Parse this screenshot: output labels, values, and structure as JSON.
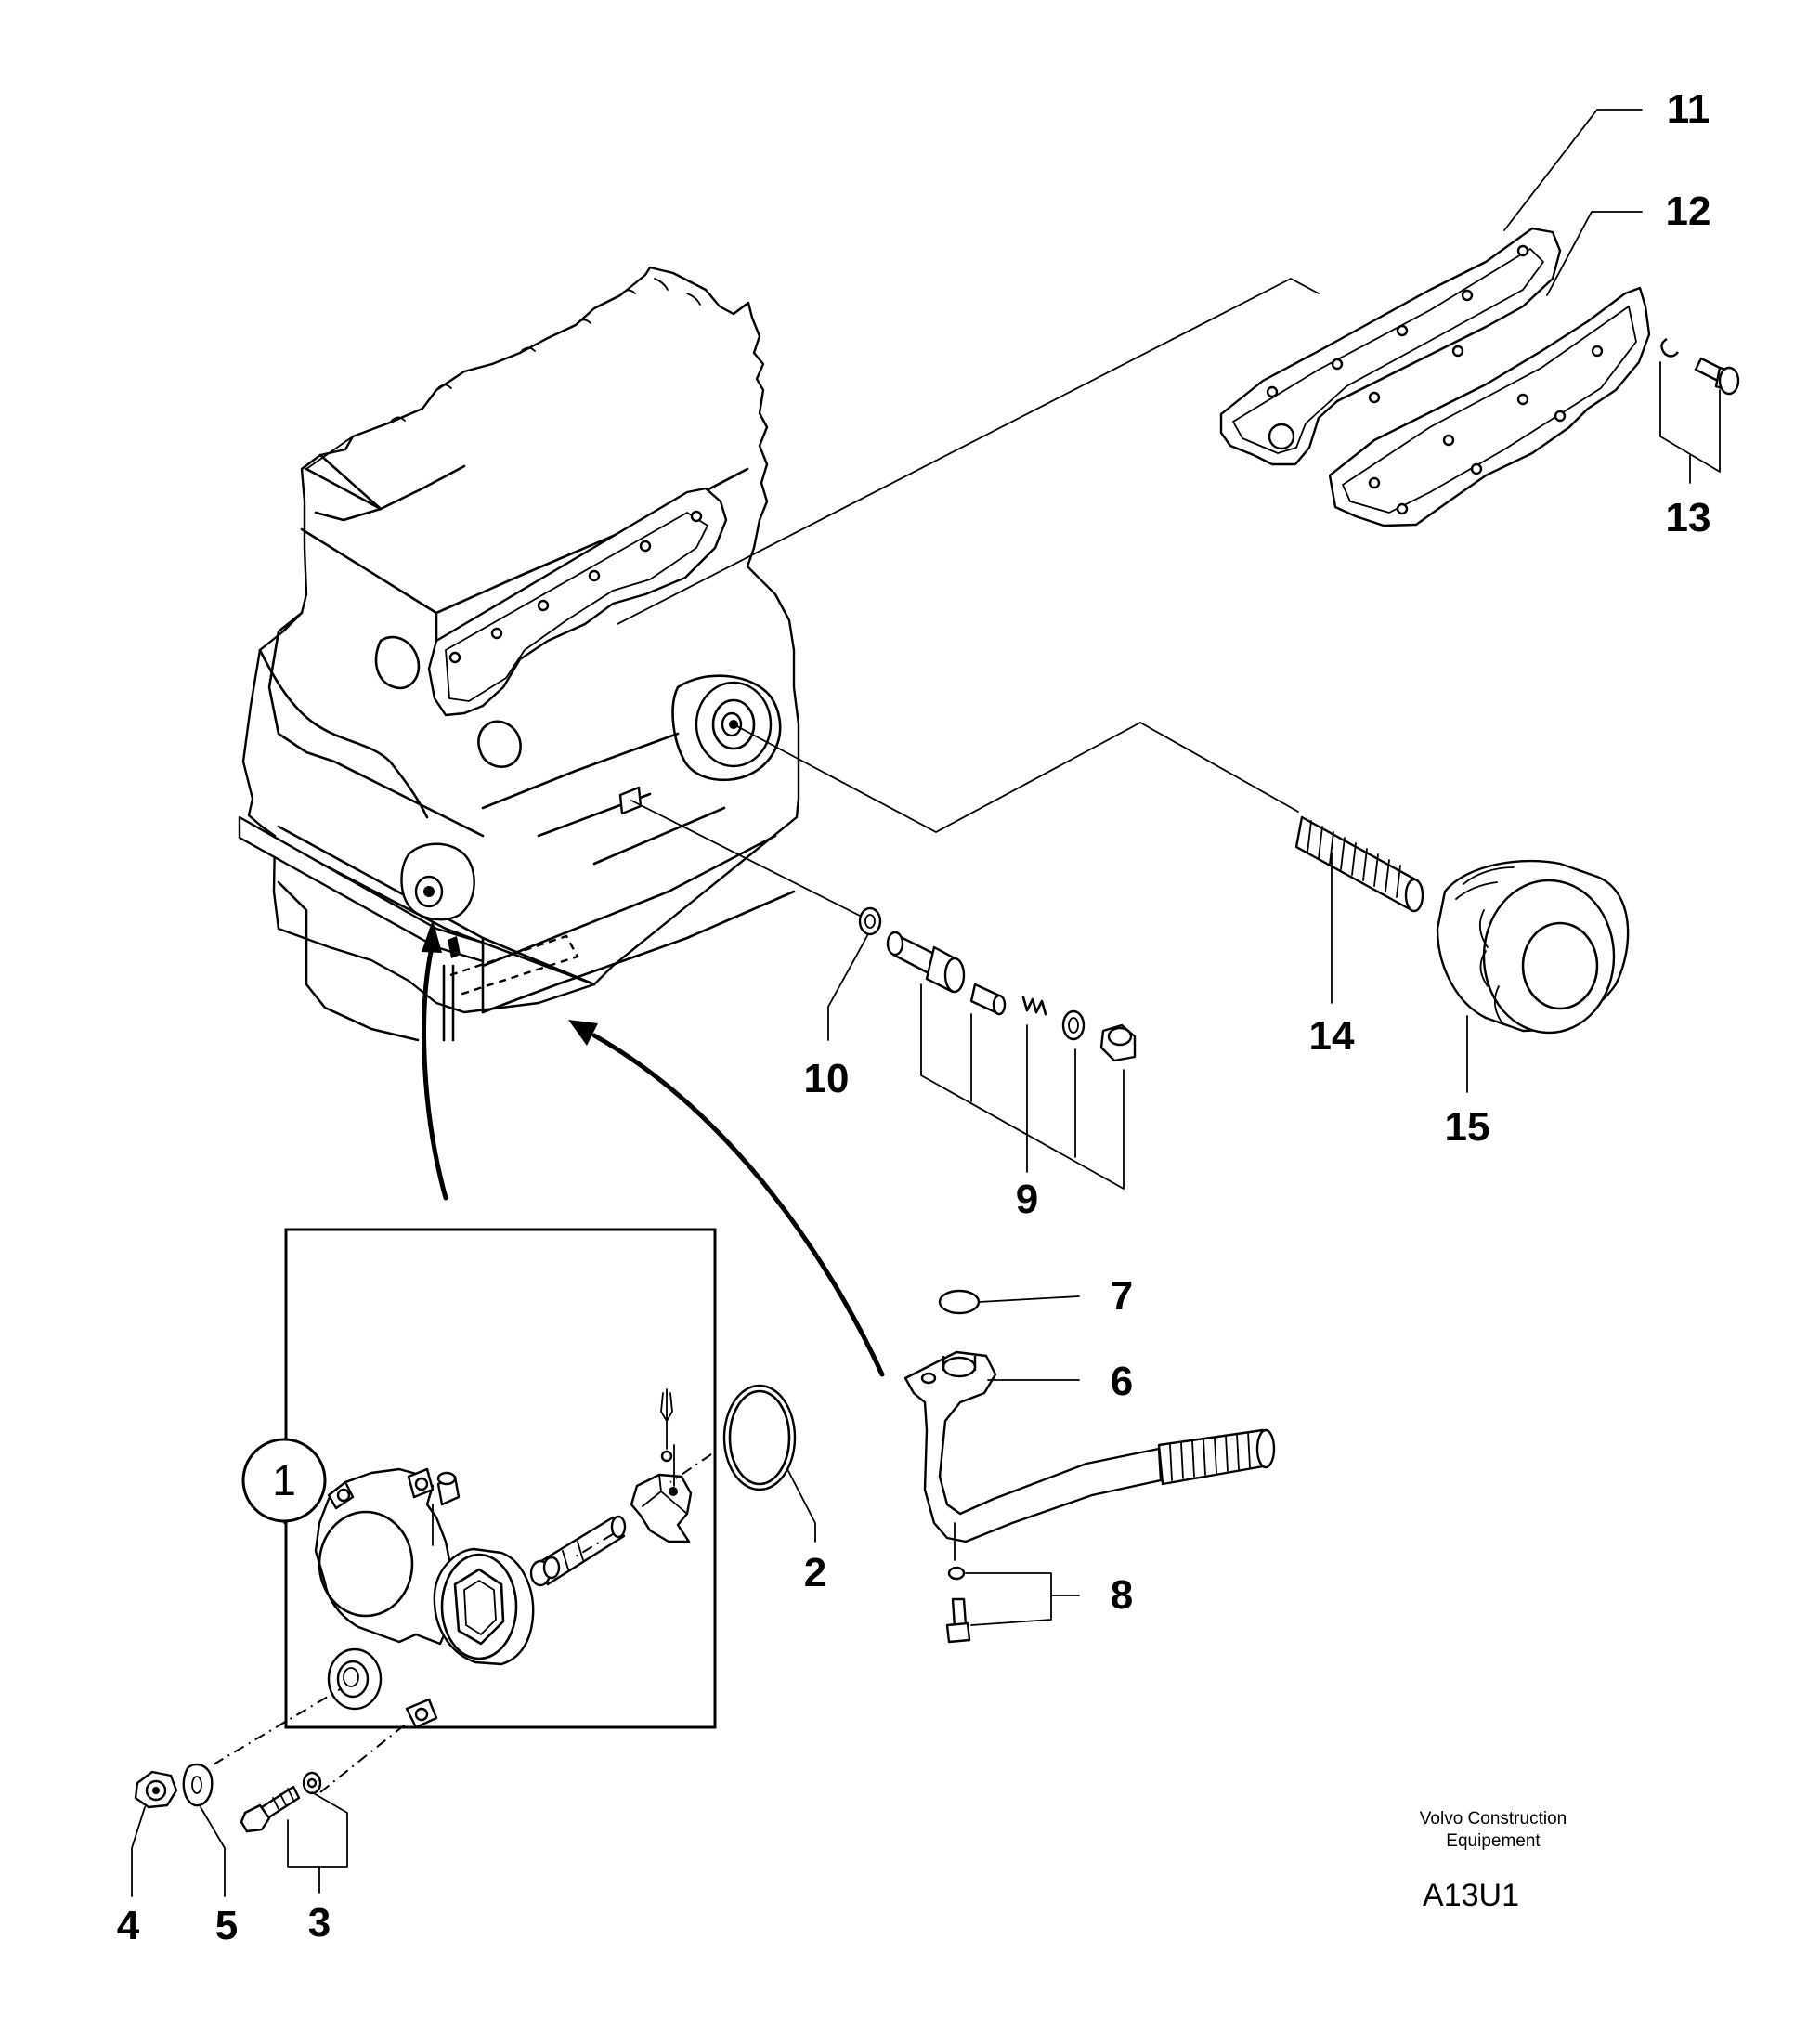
{
  "callouts": [
    {
      "id": "1",
      "label": "1"
    },
    {
      "id": "2",
      "label": "2"
    },
    {
      "id": "3",
      "label": "3"
    },
    {
      "id": "4",
      "label": "4"
    },
    {
      "id": "5",
      "label": "5"
    },
    {
      "id": "6",
      "label": "6"
    },
    {
      "id": "7",
      "label": "7"
    },
    {
      "id": "8",
      "label": "8"
    },
    {
      "id": "9",
      "label": "9"
    },
    {
      "id": "10",
      "label": "10"
    },
    {
      "id": "11",
      "label": "11"
    },
    {
      "id": "12",
      "label": "12"
    },
    {
      "id": "13",
      "label": "13"
    },
    {
      "id": "14",
      "label": "14"
    },
    {
      "id": "15",
      "label": "15"
    }
  ],
  "footer": {
    "company_line1": "Volvo Construction",
    "company_line2": "Equipement",
    "drawing_code": "A13U1"
  }
}
